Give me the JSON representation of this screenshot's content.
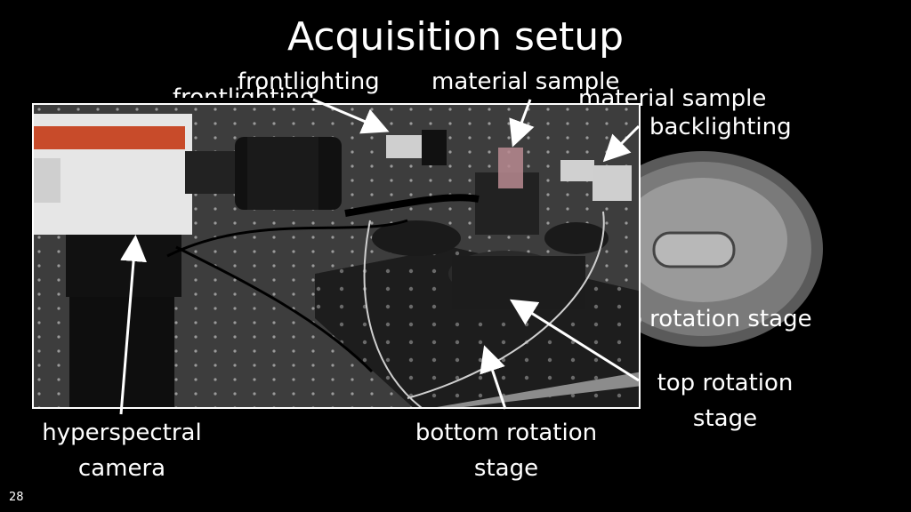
{
  "slide": {
    "title": "Acquisition setup",
    "page_number": "28",
    "labels": {
      "frontlighting_back": "frontlighting",
      "frontlighting_front": "frontlighting",
      "material_sample_front": "material sample",
      "material_sample_back": "material sample",
      "backlighting": "backlighting",
      "rotation_stage_partial": "o rotation stage",
      "top_rotation_stage_line1": "top rotation",
      "top_rotation_stage_line2": "stage",
      "hyperspectral_camera_line1": "hyperspectral",
      "hyperspectral_camera_line2": "camera",
      "bottom_rotation_stage_line1": "bottom rotation",
      "bottom_rotation_stage_line2": "stage"
    },
    "photo_description_icon": "lab-setup-photo",
    "colors": {
      "background": "#000000",
      "text": "#ffffff",
      "arrow": "#ffffff"
    }
  }
}
